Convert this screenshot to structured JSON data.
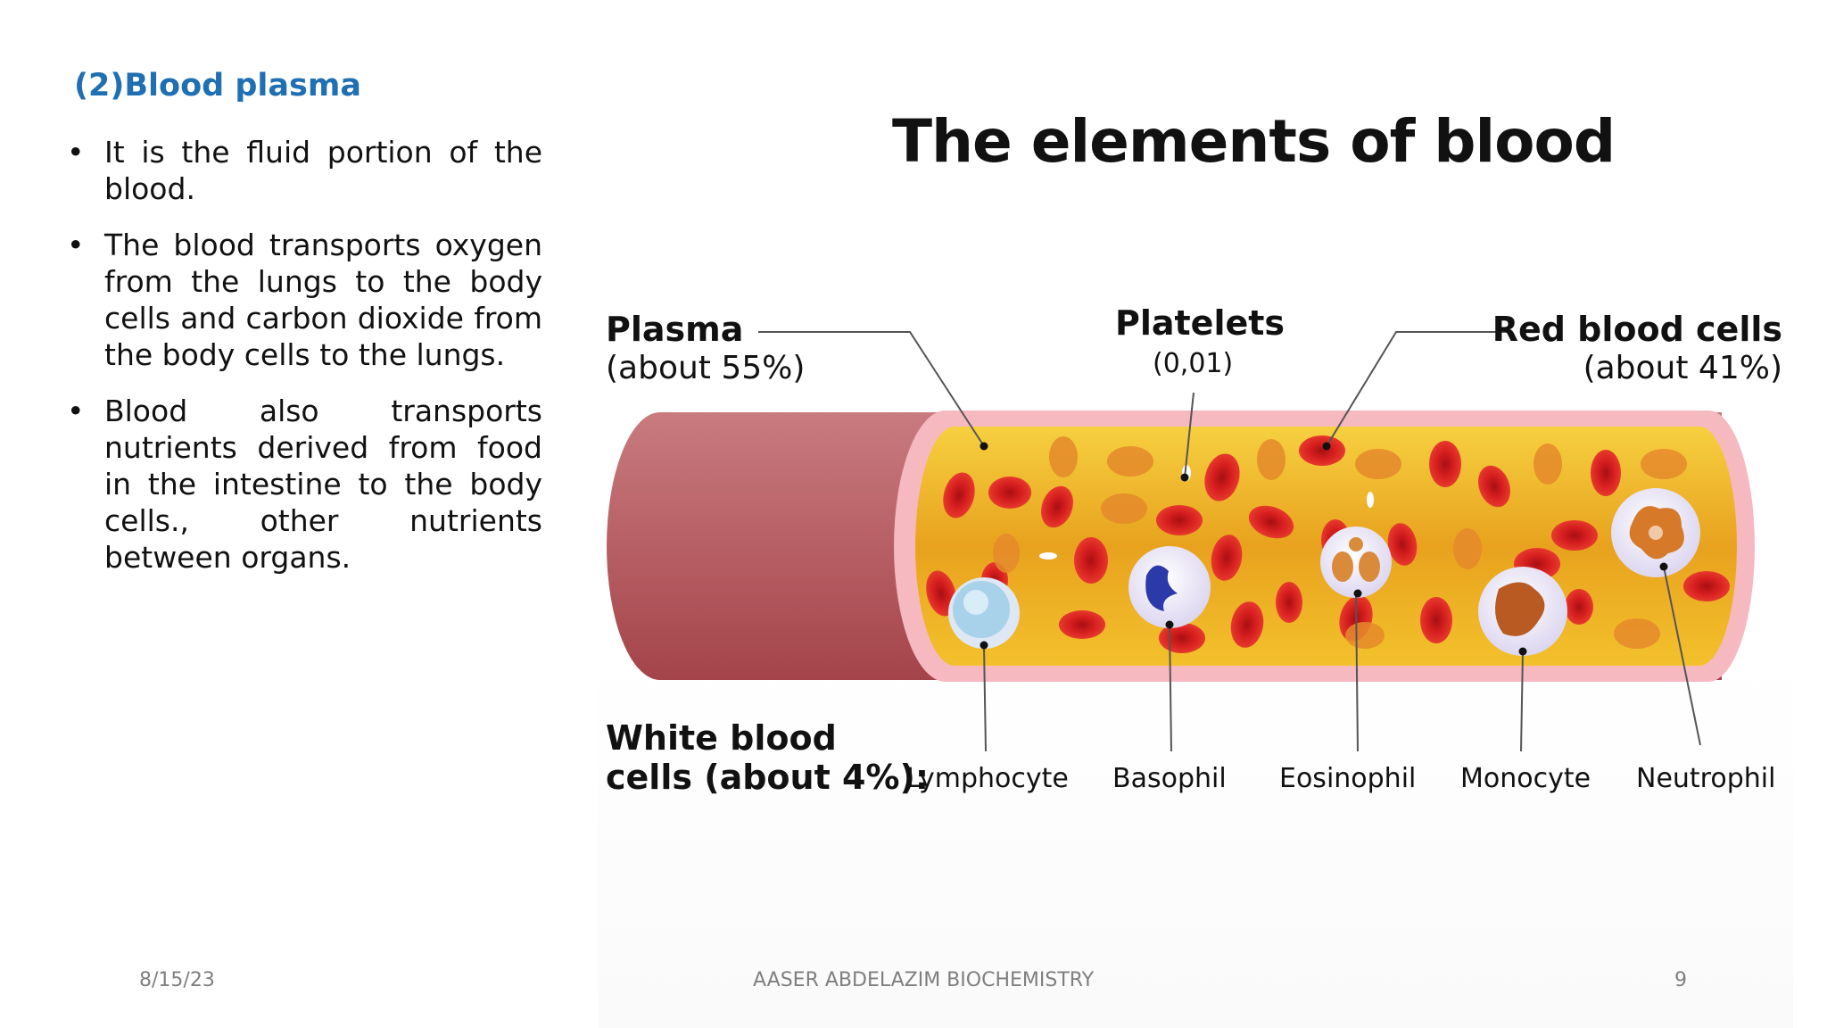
{
  "slide": {
    "heading": "(2)Blood plasma",
    "bullets": [
      "It is the fluid portion of the blood.",
      "The blood transports oxygen from the lungs to the body cells and carbon dioxide from the body cells to the lungs.",
      "Blood also transports nutrients derived from food in the intestine to the body cells., other nutrients between organs."
    ]
  },
  "figure": {
    "title": "The elements of blood",
    "plasma": {
      "name": "Plasma",
      "share": "(about 55%)"
    },
    "platelets": {
      "name": "Platelets",
      "share": "(0,01)"
    },
    "red_cells": {
      "name": "Red blood cells",
      "share": "(about 41%)"
    },
    "white_cells": {
      "line1": "White blood",
      "line2": "cells (about 4%):"
    },
    "white_types": [
      "Lymphocyte",
      "Basophil",
      "Eosinophil",
      "Monocyte",
      "Neutrophil"
    ],
    "colors": {
      "plasma": "#f2b52a",
      "rbc": "#d61e1e",
      "vessel_wall": "#f5b8bd",
      "vessel_outer": "#b8585c"
    }
  },
  "footer": {
    "date": "8/15/23",
    "center": "AASER ABDELAZIM BIOCHEMISTRY",
    "page": "9"
  }
}
